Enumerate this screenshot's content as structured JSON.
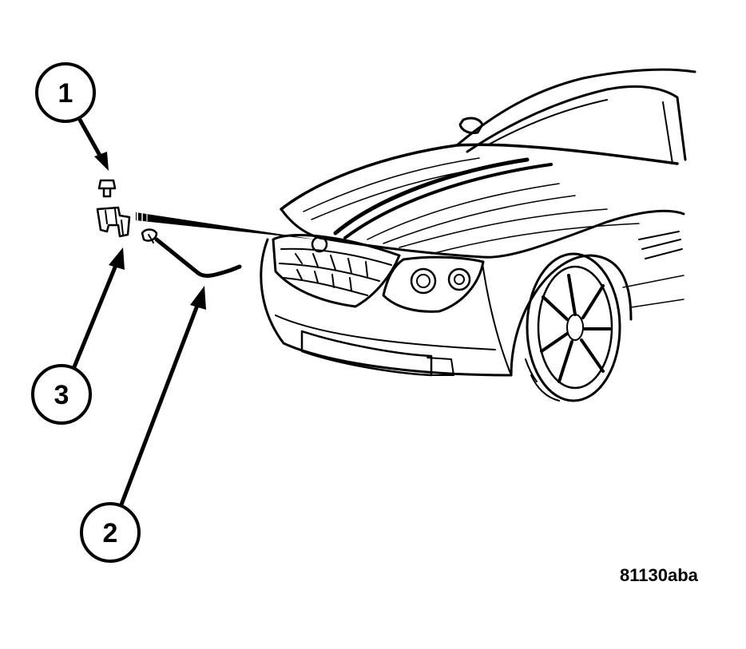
{
  "callouts": [
    {
      "label": "1"
    },
    {
      "label": "2"
    },
    {
      "label": "3"
    }
  ],
  "figure_id": "81130aba",
  "colors": {
    "ink": "#000000",
    "paper": "#ffffff"
  }
}
